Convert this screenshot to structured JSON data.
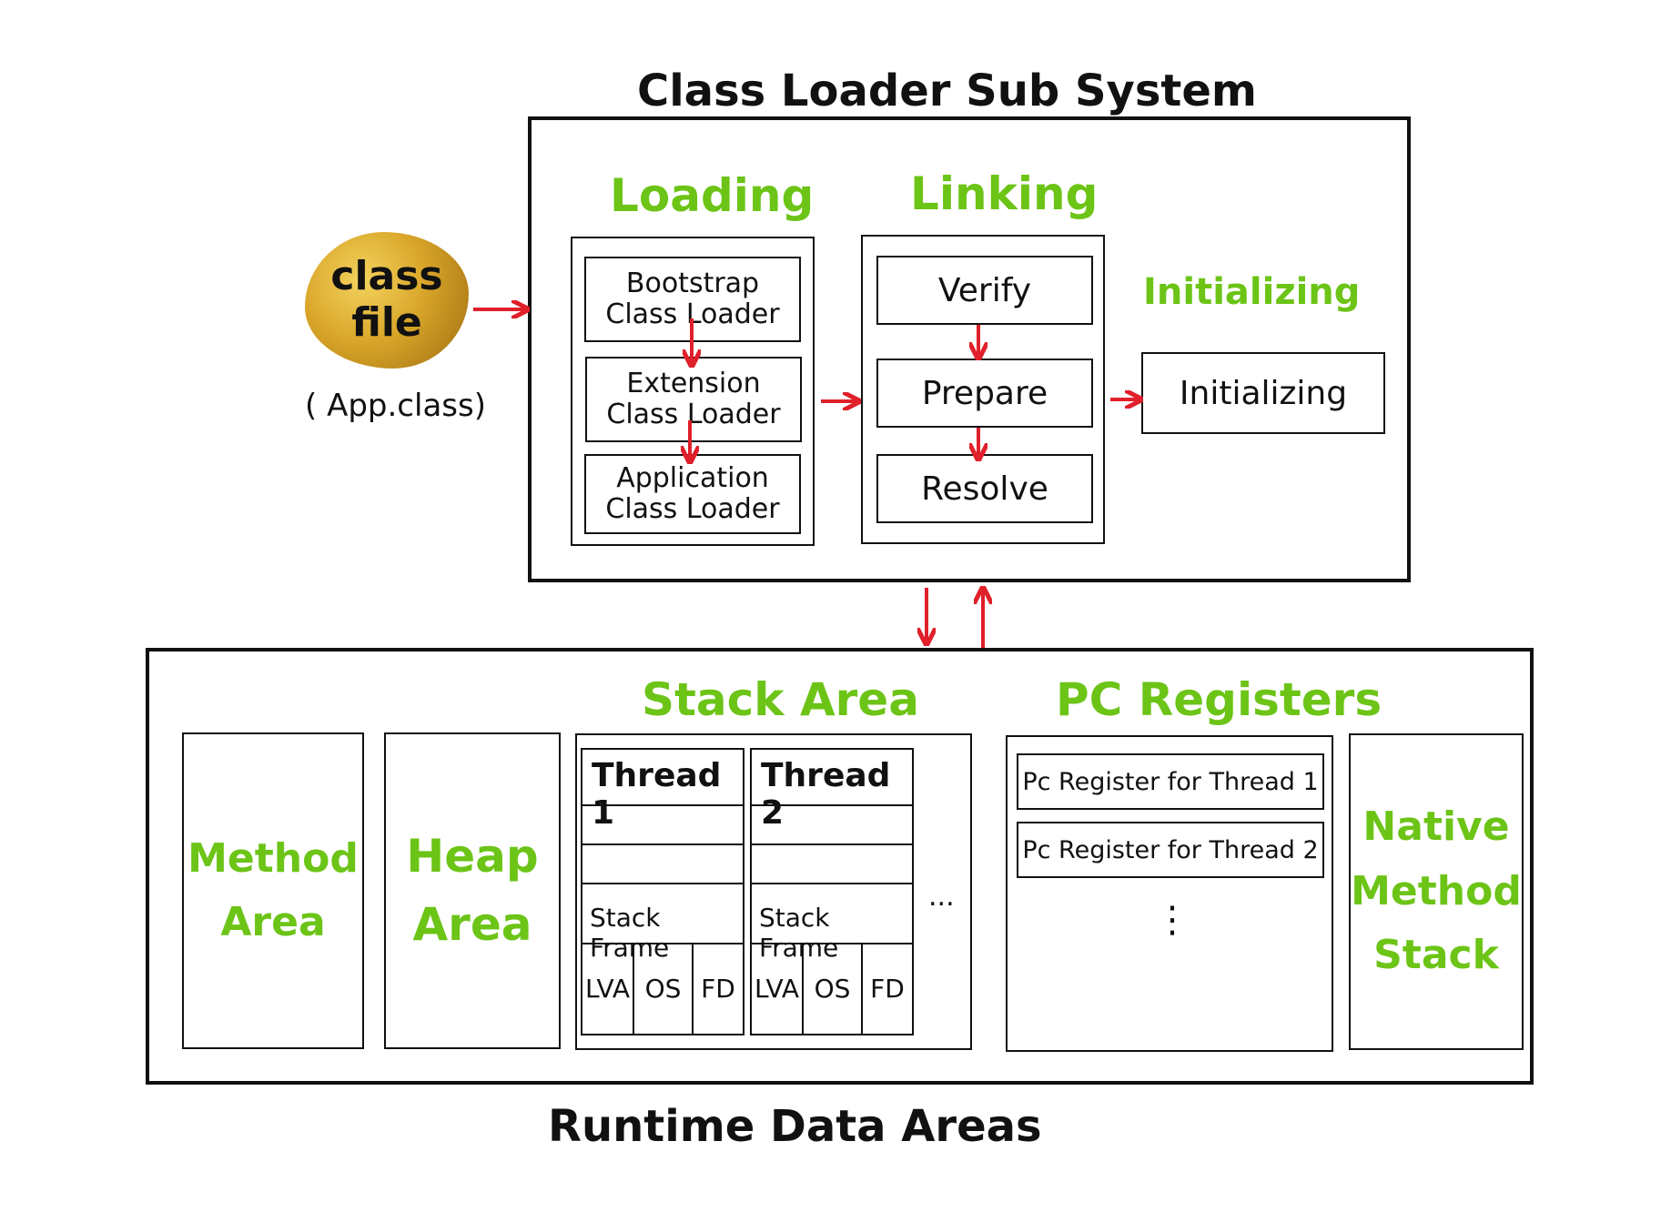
{
  "class_loader": {
    "title": "Class Loader Sub System",
    "loading": {
      "heading": "Loading",
      "items": [
        "Bootstrap Class Loader",
        "Extension Class Loader",
        "Application Class Loader"
      ]
    },
    "linking": {
      "heading": "Linking",
      "items": [
        "Verify",
        "Prepare",
        "Resolve"
      ]
    },
    "initializing": {
      "heading": "Initializing",
      "item": "Initializing"
    }
  },
  "class_file": {
    "label": "class file",
    "caption": "( App.class)"
  },
  "runtime": {
    "title": "Runtime Data Areas",
    "method_area": "Method Area",
    "heap_area": "Heap Area",
    "stack_area": {
      "heading": "Stack Area",
      "threads": [
        {
          "name": "Thread 1",
          "frame": "Stack Frame",
          "cells": [
            "LVA",
            "OS",
            "FD"
          ]
        },
        {
          "name": "Thread 2",
          "frame": "Stack Frame",
          "cells": [
            "LVA",
            "OS",
            "FD"
          ]
        }
      ],
      "more": "..."
    },
    "pc_registers": {
      "heading": "PC Registers",
      "items": [
        "Pc Register for Thread 1",
        "Pc Register for Thread 2"
      ],
      "more": "⋮"
    },
    "native_stack": "Native Method Stack"
  },
  "colors": {
    "heading_green": "#6cc417",
    "arrow_red": "#e0202a",
    "gold": "#d9a62a"
  }
}
